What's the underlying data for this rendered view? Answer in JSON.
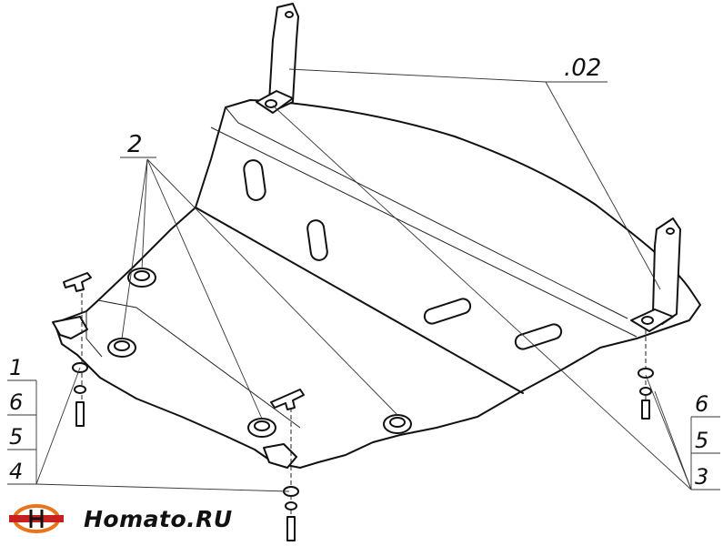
{
  "labels": {
    "bracket": ".02",
    "bolt_group": "2",
    "left_stack": [
      "1",
      "6",
      "5",
      "4"
    ],
    "right_stack": [
      "6",
      "5",
      "3"
    ]
  },
  "logo": {
    "text": "Homato.RU",
    "icon": "crossed-wrench-logo-icon",
    "colors": {
      "ring": "#e8741c",
      "bar": "#c8201e",
      "text": "#111111"
    }
  },
  "colors": {
    "line": "#111111",
    "fill": "#ffffff",
    "leader": "#333333"
  }
}
